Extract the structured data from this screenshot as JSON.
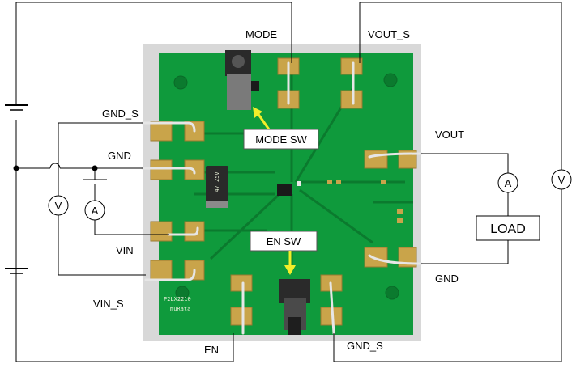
{
  "labels": {
    "mode": "MODE",
    "vout_s": "VOUT_S",
    "gnd_s_left": "GND_S",
    "gnd_left": "GND",
    "vin": "VIN",
    "vin_s": "VIN_S",
    "vout": "VOUT",
    "gnd_right": "GND",
    "en": "EN",
    "gnd_s_bottom": "GND_S"
  },
  "callouts": {
    "mode_sw": "MODE  SW",
    "en_sw": "EN  SW"
  },
  "load": "LOAD",
  "meters": {
    "voltmeter_left": "V",
    "ammeter_left": "A",
    "ammeter_right": "A",
    "voltmeter_right": "V"
  },
  "board": {
    "part_number": "P2LX2210",
    "maker": "muRata",
    "capacitor": "47 25V"
  },
  "colors": {
    "pcb": "#0f9a3c",
    "pcb_dark": "#0b7a2e",
    "pad": "#c9a44a",
    "arrow": "#f2ee2a",
    "wire": "#000000"
  }
}
